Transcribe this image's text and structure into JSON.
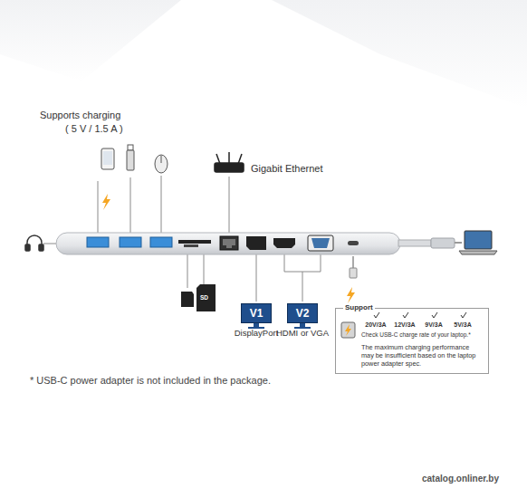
{
  "diagram": {
    "nodes": [
      {
        "text": [
          "V1",
          "DisplayPort"
        ]
      },
      {
        "text": [
          "V2",
          "HDMI or VGA"
        ]
      },
      {
        "text": [
          "Support",
          "20V/3A",
          "12V/3A",
          "9V/3A",
          "5V/3A",
          "Check USB-C charge rate of your laptop.*",
          "The maximum charging performance may be insufficient based on the laptop power adapter spec."
        ]
      }
    ],
    "labels": [
      "Supports charging",
      "( 5 V / 1.5 A )",
      "Gigabit Ethernet",
      "SD",
      "* USB-C power adapter is not included in the package.",
      "catalog.onliner.by"
    ]
  }
}
